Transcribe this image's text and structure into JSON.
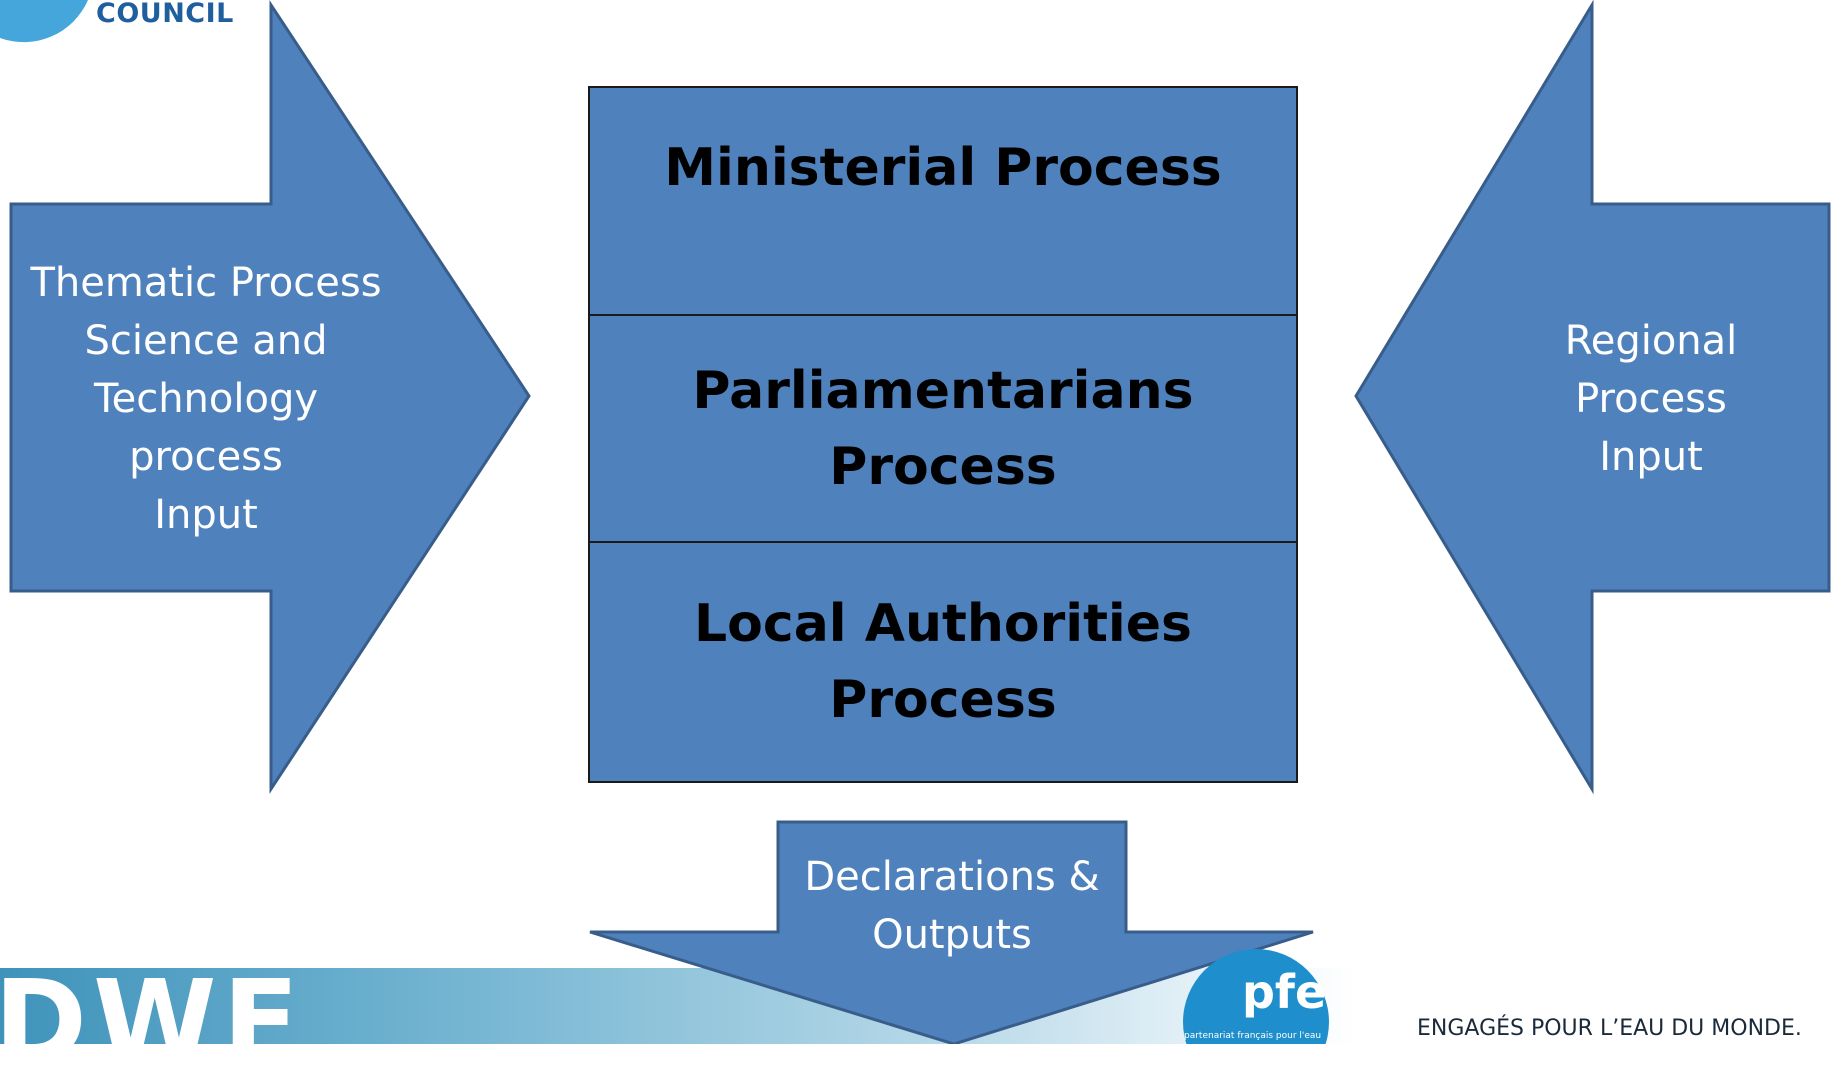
{
  "header_logo": {
    "text": "COUNCIL"
  },
  "left_arrow": {
    "lines": [
      "Thematic Process",
      "Science and",
      "Technology",
      "process",
      "Input"
    ]
  },
  "right_arrow": {
    "lines": [
      "Regional",
      "Process",
      "Input"
    ]
  },
  "center_boxes": [
    {
      "lines": [
        "Ministerial Process"
      ]
    },
    {
      "lines": [
        "Parliamentarians",
        "Process"
      ]
    },
    {
      "lines": [
        "Local Authorities",
        "Process"
      ]
    }
  ],
  "bottom_arrow": {
    "lines": [
      "Declarations &",
      "Outputs"
    ]
  },
  "footer": {
    "left_logo_text": "DWF",
    "pfe_logo_text": "pfe",
    "pfe_logo_subtext": "partenariat français pour l'eau",
    "tagline": "ENGAGÉS POUR L’EAU DU MONDE."
  },
  "colors": {
    "shape_fill": "#4f81bd",
    "shape_stroke": "#385d8a",
    "text_on_shape": "#ffffff",
    "box_text": "#000000"
  }
}
